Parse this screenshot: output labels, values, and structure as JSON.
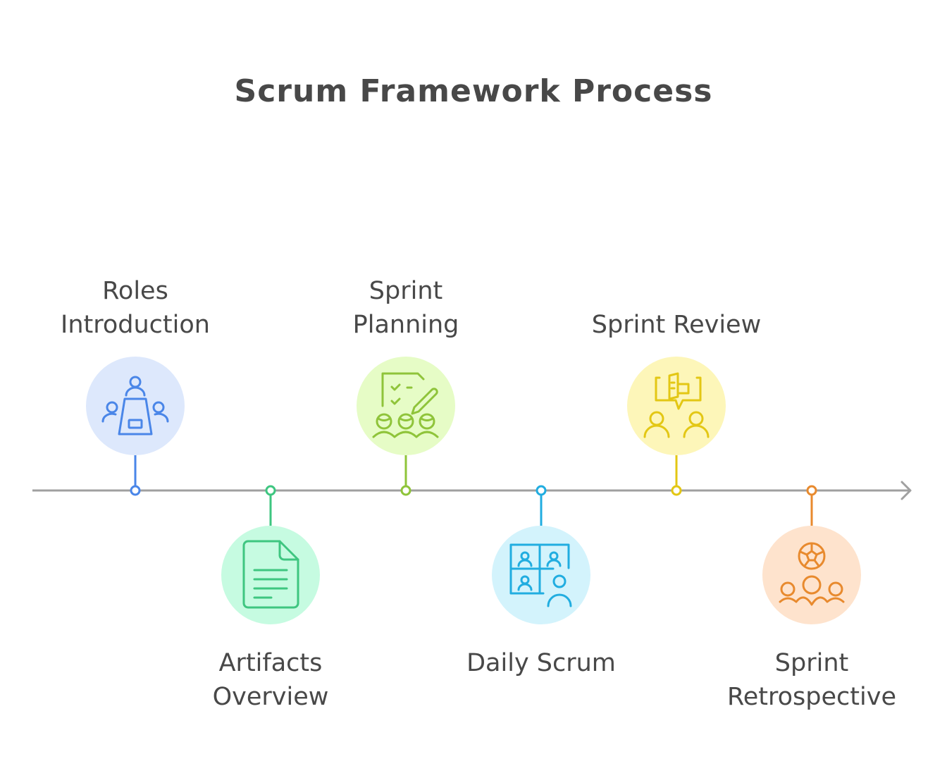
{
  "title": "Scrum Framework Process",
  "timeline": {
    "axis_color": "#a0a0a0",
    "direction": "left-to-right",
    "steps": [
      {
        "label": "Roles\nIntroduction",
        "icon": "meeting-table-icon",
        "position": "above",
        "stroke_color": "#4a86e8",
        "fill_color": "#dde8fc"
      },
      {
        "label": "Artifacts\nOverview",
        "icon": "document-icon",
        "position": "below",
        "stroke_color": "#3ec680",
        "fill_color": "#c6fbe1"
      },
      {
        "label": "Sprint\nPlanning",
        "icon": "planning-checklist-team-icon",
        "position": "above",
        "stroke_color": "#8fc43a",
        "fill_color": "#e6fcc6"
      },
      {
        "label": "Daily Scrum",
        "icon": "video-call-grid-icon",
        "position": "below",
        "stroke_color": "#21ade0",
        "fill_color": "#d3f3fc"
      },
      {
        "label": "Sprint Review",
        "icon": "presentation-discussion-icon",
        "position": "above",
        "stroke_color": "#e3c714",
        "fill_color": "#fdf6b9"
      },
      {
        "label": "Sprint\nRetrospective",
        "icon": "team-ball-icon",
        "position": "below",
        "stroke_color": "#e88a2e",
        "fill_color": "#fee3cd"
      }
    ]
  }
}
